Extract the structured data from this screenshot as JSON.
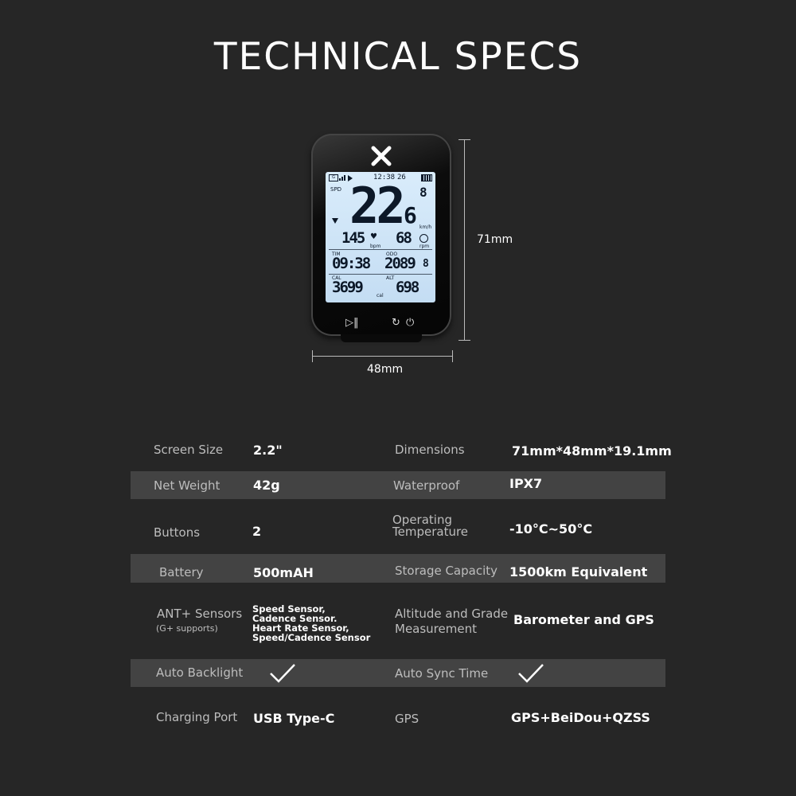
{
  "title": "TECHNICAL SPECS",
  "dimensions": {
    "height": "71mm",
    "width": "48mm"
  },
  "device_screen": {
    "speed_label": "SPD",
    "clock": "12:38",
    "temp": "26",
    "speed_main": "22",
    "speed_decimal": "6",
    "speed_unit": "km/h",
    "grade": "8",
    "heart_rate": "145",
    "hr_unit": "bpm",
    "cadence": "68",
    "cadence_unit": "rpm",
    "tim_label": "TIM",
    "tim_value": "09:38",
    "odo_label": "ODO",
    "odo_value": "2089",
    "odo_decimal": "8",
    "cal_label": "CAL",
    "cal_value": "3699",
    "cal_unit": "cal",
    "alt_label": "ALT",
    "alt_value": "698"
  },
  "specs": {
    "screen_size": {
      "label": "Screen Size",
      "value": "2.2\""
    },
    "dimensions": {
      "label": "Dimensions",
      "value": "71mm*48mm*19.1mm"
    },
    "net_weight": {
      "label": "Net Weight",
      "value": "42g"
    },
    "waterproof": {
      "label": "Waterproof",
      "value": "IPX7"
    },
    "buttons": {
      "label": "Buttons",
      "value": "2"
    },
    "operating_temperature": {
      "label_line1": "Operating",
      "label_line2": "Temperature",
      "value": "-10°C~50°C"
    },
    "battery": {
      "label": "Battery",
      "value": "500mAH"
    },
    "storage_capacity": {
      "label": "Storage Capacity",
      "value": "1500km Equivalent"
    },
    "ant_sensors": {
      "label": "ANT+ Sensors",
      "sublabel": "(G+ supports)",
      "values": [
        "Speed Sensor,",
        "Cadence Sensor.",
        "Heart Rate Sensor,",
        "Speed/Cadence Sensor"
      ]
    },
    "altitude_grade": {
      "label_line1": "Altitude and Grade",
      "label_line2": "Measurement",
      "value": "Barometer and GPS"
    },
    "auto_backlight": {
      "label": "Auto Backlight",
      "checked": true
    },
    "auto_sync_time": {
      "label": "Auto Sync Time",
      "checked": true
    },
    "charging_port": {
      "label": "Charging Port",
      "value": "USB Type-C"
    },
    "gps": {
      "label": "GPS",
      "value": "GPS+BeiDou+QZSS"
    }
  }
}
